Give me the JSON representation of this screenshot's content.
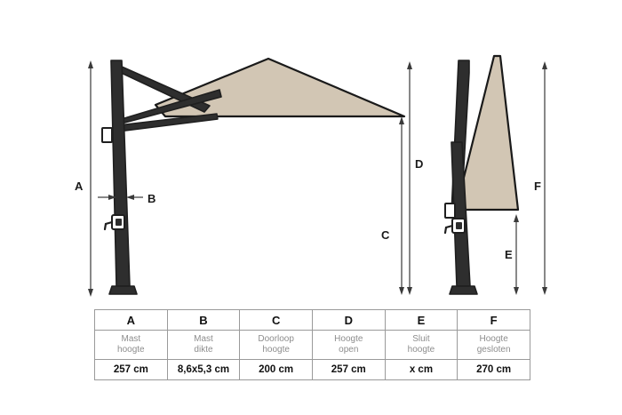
{
  "diagram": {
    "title": "cantilever-parasol-dimension-diagram",
    "colors": {
      "canopy": "#d2c6b4",
      "canopy_outline": "#1a1a1a",
      "mast": "#2e2e2e",
      "dimension_line": "#3a3a3a",
      "background": "#ffffff"
    },
    "labels": [
      {
        "id": "A",
        "text": "A"
      },
      {
        "id": "B",
        "text": "B"
      },
      {
        "id": "C",
        "text": "C"
      },
      {
        "id": "D",
        "text": "D"
      },
      {
        "id": "E",
        "text": "E"
      },
      {
        "id": "F",
        "text": "F"
      }
    ],
    "views": {
      "open": "parasol-open-side-view",
      "closed": "parasol-closed-side-view"
    }
  },
  "table": {
    "letters": [
      "A",
      "B",
      "C",
      "D",
      "E",
      "F"
    ],
    "descriptions": [
      {
        "line1": "Mast",
        "line2": "hoogte"
      },
      {
        "line1": "Mast",
        "line2": "dikte"
      },
      {
        "line1": "Doorloop",
        "line2": "hoogte"
      },
      {
        "line1": "Hoogte",
        "line2": "open"
      },
      {
        "line1": "Sluit",
        "line2": "hoogte"
      },
      {
        "line1": "Hoogte",
        "line2": "gesloten"
      }
    ],
    "values": [
      "257 cm",
      "8,6x5,3 cm",
      "200 cm",
      "257 cm",
      "x cm",
      "270 cm"
    ]
  }
}
